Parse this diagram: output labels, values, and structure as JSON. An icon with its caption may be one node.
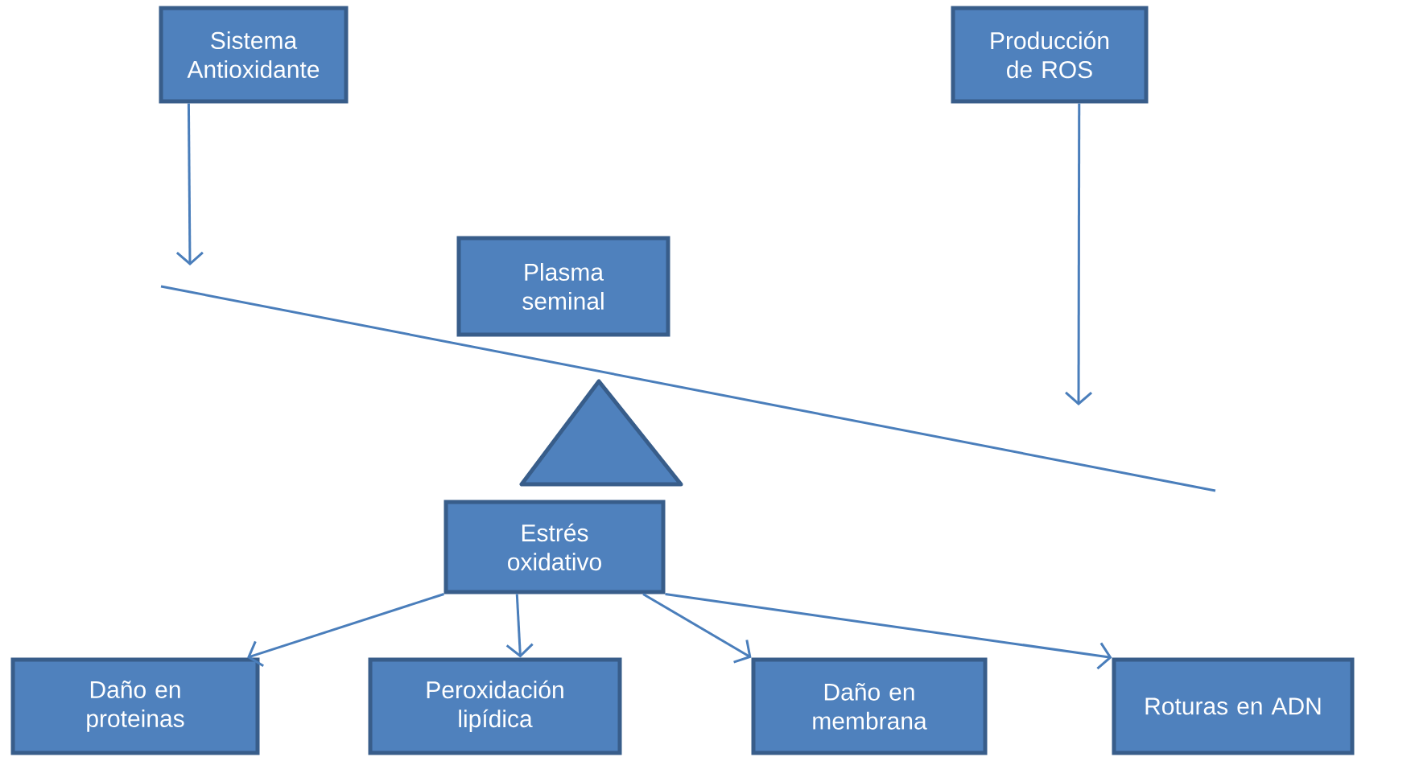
{
  "diagram": {
    "nodes": [
      {
        "text": [
          "Sistema Antioxidante"
        ]
      },
      {
        "text": [
          "Producción de ROS"
        ]
      },
      {
        "text": [
          "Plasma seminal"
        ]
      },
      {
        "text": [
          "Estrés oxidativo"
        ]
      },
      {
        "text": [
          "Daño en proteinas"
        ]
      },
      {
        "text": [
          "Peroxidación lipídica"
        ]
      },
      {
        "text": [
          "Daño en membrana"
        ]
      },
      {
        "text": [
          "Roturas en ADN"
        ]
      }
    ],
    "edges": [
      {
        "from": 0,
        "to": null,
        "arrow": "to"
      },
      {
        "from": 1,
        "to": null,
        "arrow": "to"
      },
      {
        "from": 3,
        "to": 4,
        "arrow": "to"
      },
      {
        "from": 3,
        "to": 5,
        "arrow": "to"
      },
      {
        "from": 3,
        "to": 6,
        "arrow": "to"
      },
      {
        "from": 3,
        "to": 7,
        "arrow": "to"
      }
    ]
  }
}
